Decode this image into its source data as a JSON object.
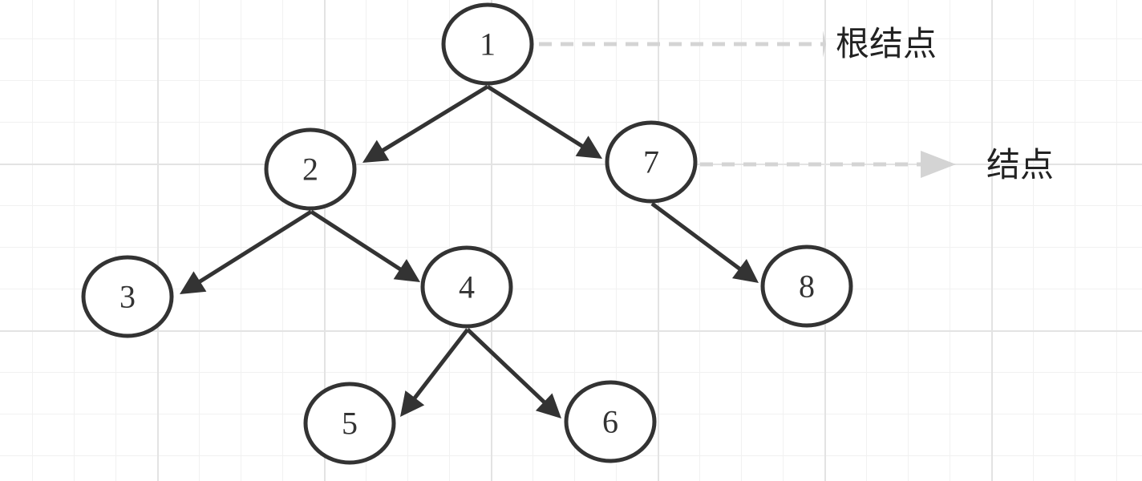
{
  "diagram": {
    "nodes": [
      {
        "id": "n1",
        "label": "1"
      },
      {
        "id": "n2",
        "label": "2"
      },
      {
        "id": "n3",
        "label": "3"
      },
      {
        "id": "n4",
        "label": "4"
      },
      {
        "id": "n5",
        "label": "5"
      },
      {
        "id": "n6",
        "label": "6"
      },
      {
        "id": "n7",
        "label": "7"
      },
      {
        "id": "n8",
        "label": "8"
      }
    ],
    "edges": [
      {
        "from": "n1",
        "to": "n2"
      },
      {
        "from": "n1",
        "to": "n7"
      },
      {
        "from": "n2",
        "to": "n3"
      },
      {
        "from": "n2",
        "to": "n4"
      },
      {
        "from": "n4",
        "to": "n5"
      },
      {
        "from": "n4",
        "to": "n6"
      },
      {
        "from": "n7",
        "to": "n8"
      }
    ],
    "annotations": [
      {
        "target": "n1",
        "text": "根结点"
      },
      {
        "target": "n7",
        "text": "结点"
      }
    ],
    "colors": {
      "node_stroke": "#333333",
      "pointer": "#d4d4d4",
      "grid": "#e3e3e3"
    }
  }
}
